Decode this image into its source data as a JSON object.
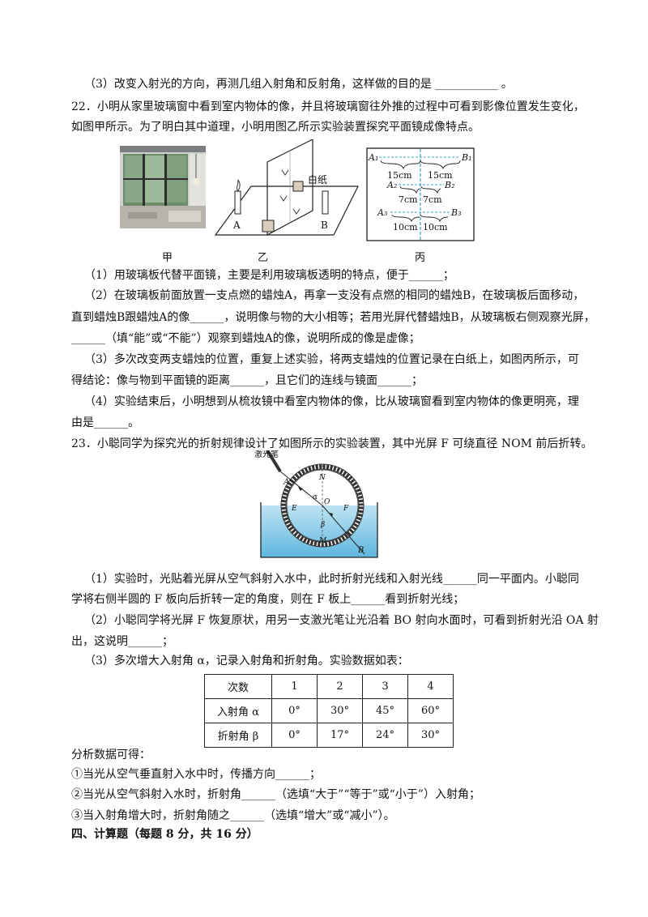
{
  "lines": {
    "q21_3": "（3）改变入射光的方向，再测几组入射角和反射角，这样做的目的是 ___________ 。",
    "q22_a": "22．小明从家里玻璃窗中看到室内物体的像，并且将玻璃窗往外推的过程中可看到影像位置发生变化，",
    "q22_b": "如图甲所示。为了明白其中道理，小明用图乙所示实验装置探究平面镜成像特点。",
    "q22_1": "（1）用玻璃板代替平面镜，主要是利用玻璃板透明的特点，便于______；",
    "q22_2a": "（2）在玻璃板前面放置一支点燃的蜡烛A，再拿一支没有点燃的相同的蜡烛B，在玻璃板后面移动，",
    "q22_2b": "直到蜡烛B跟蜡烛A的像______，说明像与物的大小相等；若用光屏代替蜡烛B，从玻璃板右侧观察光屏，",
    "q22_2c": "______（填“能”或“不能”）观察到蜡烛A的像，说明所成的像是虚像；",
    "q22_3a": "（3）多次改变两支蜡烛的位置，重复上述实验，将两支蜡烛的位置记录在白纸上，如图丙所示，可",
    "q22_3b": "得结论：像与物到平面镜的距离______，且它们的连线与镜面______；",
    "q22_4a": "（4）实验结束后，小明想到从梳妆镜中看室内物体的像，比从玻璃窗看到室内物体的像更明亮，理",
    "q22_4b": "由是______。",
    "q23": "23．小聪同学为探究光的折射规律设计了如图所示的实验装置，其中光屏 F 可绕直径 NOM 前后折转。",
    "q23_1a": "（1）实验时，光贴着光屏从空气斜射入水中，此时折射光线和入射光线______同一平面内。小聪同",
    "q23_1b": "学将右侧半圆的 F 板向后折转一定的角度，则在 F 板上______看到折射光线；",
    "q23_2a": "（2）小聪同学将光屏 F 恢复原状，用另一支激光笔让光沿着 BO 射向水面时，可看到折射光沿 OA 射",
    "q23_2b": "出，这说明______；",
    "q23_3": "（3）多次增大入射角 α，记录入射角和折射角。实验数据如表：",
    "analysis": "分析数据可得：",
    "c1": "①当光从空气垂直射入水中时，传播方向______；",
    "c2": "②当光从空气斜射入水时，折射角______（选填“大于”“等于”或“小于”）入射角；",
    "c3": "③当入射角增大时，折射角随之______（选填“增大”或“减小”）。",
    "section4": "四、计算题（每题 8 分，共 16 分）"
  },
  "fig_yi": {
    "label_paper": "白纸",
    "label_a": "A",
    "label_b": "B"
  },
  "fig_bing": {
    "row1": {
      "left": "A₁",
      "right": "B₁",
      "d1": "15cm",
      "d2": "15cm"
    },
    "row2": {
      "left": "A₂",
      "right": "B₂",
      "d1": "7cm",
      "d2": "7cm"
    },
    "row3": {
      "left": "A₃",
      "right": "B₃",
      "d1": "10cm",
      "d2": "10cm"
    }
  },
  "captions": {
    "jia": "甲",
    "yi": "乙",
    "bing": "丙"
  },
  "fig23": {
    "laser": "激光笔",
    "A": "A",
    "N": "N",
    "alpha": "α",
    "O": "O",
    "E": "E",
    "F": "F",
    "beta": "β",
    "M": "M",
    "B": "B"
  },
  "table": {
    "headers": [
      "次数",
      "1",
      "2",
      "3",
      "4"
    ],
    "rows": [
      [
        "入射角 α",
        "0°",
        "30°",
        "45°",
        "60°"
      ],
      [
        "折射角 β",
        "0°",
        "17°",
        "24°",
        "30°"
      ]
    ]
  }
}
